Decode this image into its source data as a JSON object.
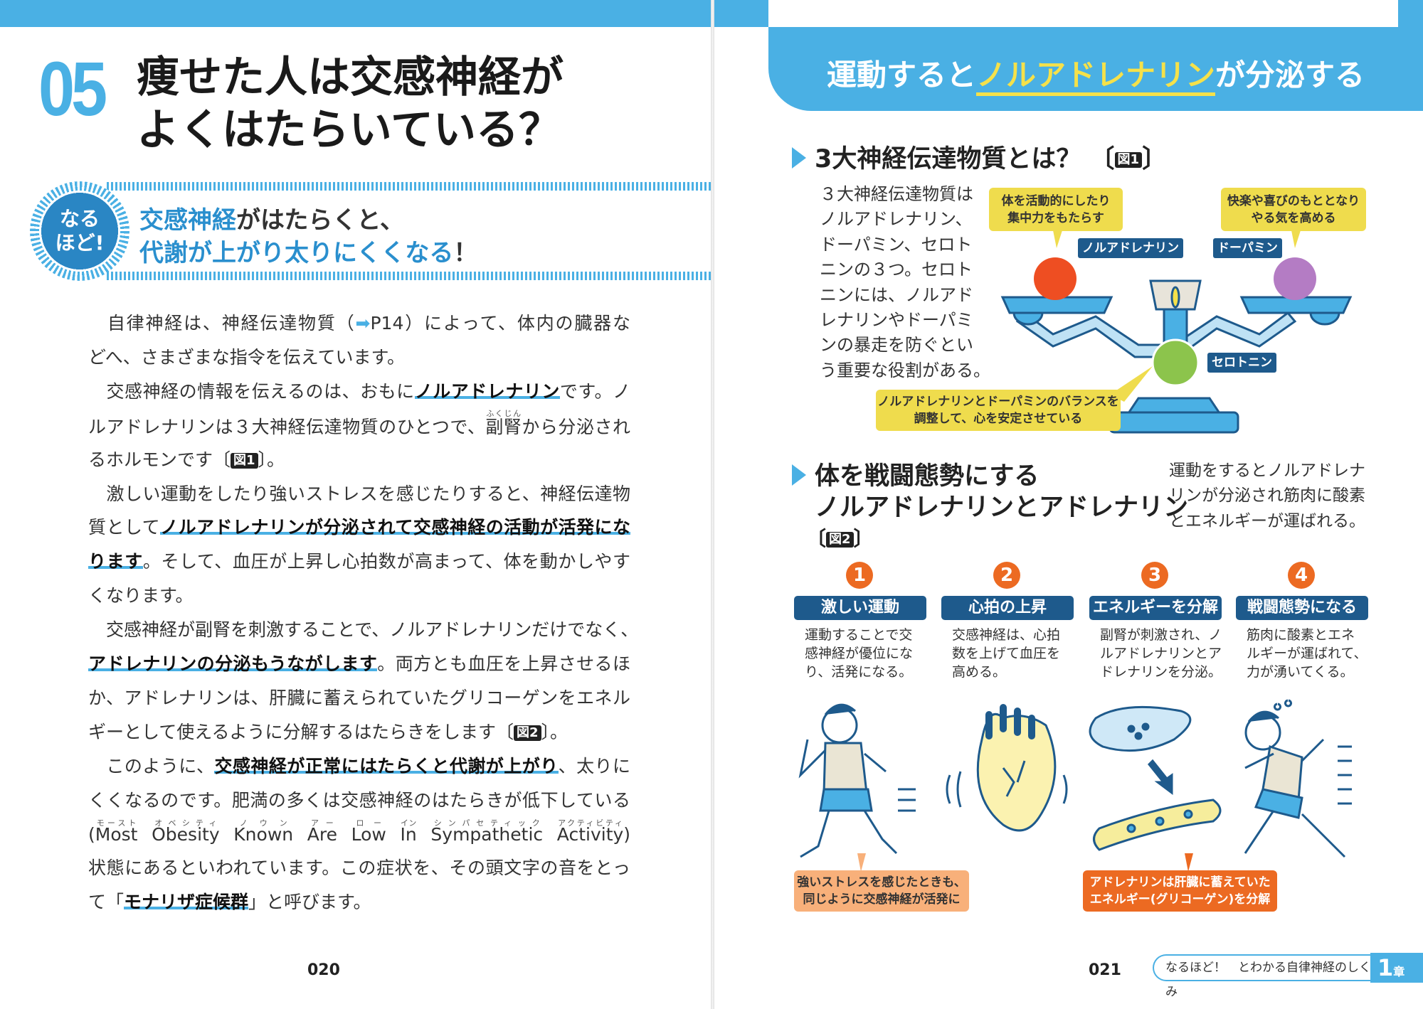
{
  "left": {
    "chapter_number": "05",
    "title_lines": [
      "痩せた人は交感神経が",
      "よくはたらいている？"
    ],
    "badge": [
      "なる",
      "ほど!"
    ],
    "subtitle": {
      "l1_blue": "交感神経",
      "l1_rest": "がはたらくと、",
      "l2_blue": "代謝が上がり太りにくくなる",
      "l2_rest": "！"
    },
    "body_lines": [
      {
        "full": true,
        "segs": [
          {
            "t": "　自律神経は、神経伝達物質（"
          },
          {
            "t": "➡",
            "k": "arrow"
          },
          {
            "t": "P14）によって、体内の臓器な"
          }
        ]
      },
      {
        "segs": [
          {
            "t": "どへ、さまざまな指令を伝えています。"
          }
        ]
      },
      {
        "full": true,
        "segs": [
          {
            "t": "　交感神経の情報を伝えるのは、おもに"
          },
          {
            "t": "ノルアドレナリン",
            "k": "hl"
          },
          {
            "t": "です。ノ"
          }
        ]
      },
      {
        "full": true,
        "segs": [
          {
            "t": "ルアドレナリンは３大神経伝達物質のひとつで、"
          },
          {
            "t": "副腎",
            "k": "ruby",
            "rt": "ふくじん"
          },
          {
            "t": "から分泌され"
          }
        ]
      },
      {
        "segs": [
          {
            "t": "るホルモンです〔"
          },
          {
            "t": "図1",
            "k": "fig"
          },
          {
            "t": "〕。"
          }
        ]
      },
      {
        "full": true,
        "segs": [
          {
            "t": "　激しい運動をしたり強いストレスを感じたりすると、神経伝達物"
          }
        ]
      },
      {
        "full": true,
        "segs": [
          {
            "t": "質として"
          },
          {
            "t": "ノルアドレナリンが分泌されて交感神経の活動が活発にな",
            "k": "hl"
          }
        ]
      },
      {
        "full": true,
        "segs": [
          {
            "t": "ります",
            "k": "hl"
          },
          {
            "t": "。そして、血圧が上昇し心拍数が高まって、体を動かしやす"
          }
        ]
      },
      {
        "segs": [
          {
            "t": "くなります。"
          }
        ]
      },
      {
        "full": true,
        "segs": [
          {
            "t": "　交感神経が副腎を刺激することで、ノルアドレナリンだけでなく、"
          }
        ]
      },
      {
        "full": true,
        "segs": [
          {
            "t": "アドレナリンの分泌もうながします",
            "k": "hl"
          },
          {
            "t": "。両方とも血圧を上昇させるほ"
          }
        ]
      },
      {
        "full": true,
        "segs": [
          {
            "t": "か、アドレナリンは、肝臓に蓄えられていたグリコーゲンをエネル"
          }
        ]
      },
      {
        "segs": [
          {
            "t": "ギーとして使えるように分解するはたらきをします〔"
          },
          {
            "t": "図2",
            "k": "fig"
          },
          {
            "t": "〕。"
          }
        ]
      },
      {
        "full": true,
        "segs": [
          {
            "t": "　このように、"
          },
          {
            "t": "交感神経が正常にはたらくと代謝が上がり",
            "k": "hl"
          },
          {
            "t": "、太りに"
          }
        ]
      },
      {
        "full": true,
        "segs": [
          {
            "t": "くくなるのです。肥満の多くは交感神経のはたらきが低下している"
          }
        ]
      },
      {
        "full": true,
        "segs": [
          {
            "t": "("
          },
          {
            "t": "Most",
            "k": "ruby",
            "rt": "モースト"
          },
          {
            "t": " "
          },
          {
            "t": "Obesity",
            "k": "ruby",
            "rt": "オベシティ"
          },
          {
            "t": " "
          },
          {
            "t": "Known",
            "k": "ruby",
            "rt": "ノウン"
          },
          {
            "t": " "
          },
          {
            "t": "Are",
            "k": "ruby",
            "rt": "アー"
          },
          {
            "t": " "
          },
          {
            "t": "Low",
            "k": "ruby",
            "rt": "ロー"
          },
          {
            "t": " "
          },
          {
            "t": "In",
            "k": "ruby",
            "rt": "イン"
          },
          {
            "t": " "
          },
          {
            "t": "Sympathetic",
            "k": "ruby",
            "rt": "シンパセティック"
          },
          {
            "t": " "
          },
          {
            "t": "Activity",
            "k": "ruby",
            "rt": "アクティビティ"
          },
          {
            "t": ")"
          }
        ]
      },
      {
        "full": true,
        "segs": [
          {
            "t": "状態にあるといわれています。この症状を、その頭文字の音をとっ"
          }
        ]
      },
      {
        "segs": [
          {
            "t": "て「"
          },
          {
            "t": "モナリザ症候群",
            "k": "hl"
          },
          {
            "t": "」と呼びます。"
          }
        ]
      }
    ],
    "page_number": "020"
  },
  "right": {
    "header": {
      "pre": "運動すると",
      "yellow": "ノルアドレナリン",
      "post": "が分泌する"
    },
    "section1": {
      "heading": "3大神経伝達物質とは？",
      "fig_ref": "図1",
      "paragraph_lines": [
        "３大神経伝達物質は",
        "ノルアドレナリン、",
        "ドーパミン、セロト",
        "ニンの３つ。セロト",
        "ニンには、ノルアド",
        "レナリンやドーパミ",
        "ンの暴走を防ぐとい",
        "う重要な役割がある。"
      ],
      "callouts": {
        "noradrenaline": [
          "体を活動的にしたり",
          "集中力をもたらす"
        ],
        "dopamine": [
          "快楽や喜びのもととなり",
          "やる気を高める"
        ],
        "serotonin": [
          "ノルアドレナリンとドーパミンのバランスを",
          "調整して、心を安定させている"
        ]
      },
      "labels": {
        "noradrenaline": "ノルアドレナリン",
        "dopamine": "ドーパミン",
        "serotonin": "セロトニン"
      },
      "colors": {
        "noradrenaline": "#ee4e22",
        "dopamine": "#b47cc4",
        "serotonin": "#8cc44c"
      }
    },
    "section2": {
      "heading_lines": [
        "体を戦闘態勢にする",
        "ノルアドレナリンとアドレナリン"
      ],
      "fig_ref": "図2",
      "note_lines": [
        "運動をするとノルアドレナ",
        "リンが分泌され筋肉に酸素",
        "とエネルギーが運ばれる。"
      ],
      "steps": [
        {
          "num": "1",
          "label": "激しい運動",
          "desc": [
            "運動することで交",
            "感神経が優位にな",
            "り、活発になる。"
          ]
        },
        {
          "num": "2",
          "label": "心拍の上昇",
          "desc": [
            "交感神経は、心拍",
            "数を上げて血圧を",
            "高める。"
          ]
        },
        {
          "num": "3",
          "label": "エネルギーを分解",
          "desc": [
            "副腎が刺激され、ノ",
            "ルアドレナリンとア",
            "ドレナリンを分泌。"
          ]
        },
        {
          "num": "4",
          "label": "戦闘態勢になる",
          "desc": [
            "筋肉に酸素とエネ",
            "ルギーが運ばれて、",
            "力が湧いてくる。"
          ]
        }
      ],
      "callout_stress": [
        "強いストレスを感じたときも、",
        "同じように交感神経が活発に"
      ],
      "callout_adrenaline": [
        "アドレナリンは肝臓に蓄えていた",
        "エネルギー(グリコーゲン)を分解"
      ]
    },
    "page_number": "021",
    "footer_title": "なるほど！　とわかる自律神経のしくみ",
    "chapter": {
      "num": "1",
      "suffix": "章"
    }
  }
}
